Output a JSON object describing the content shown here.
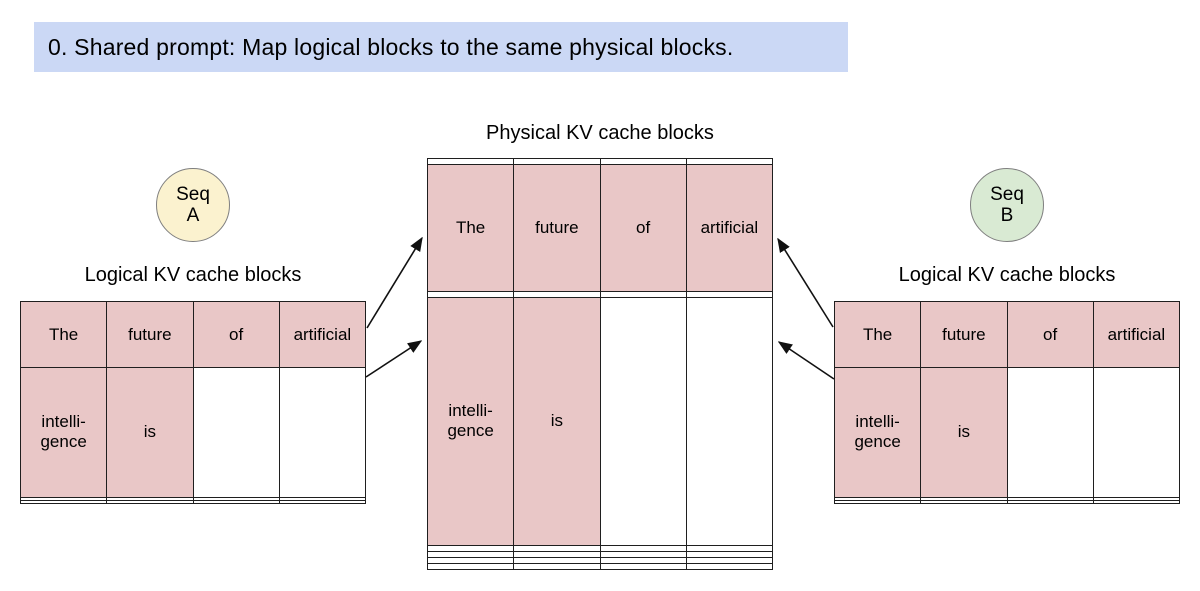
{
  "colors": {
    "banner_bg": "#cbd8f5",
    "cell_pink": "#e9c7c7",
    "seq_a_fill": "#fbf2cf",
    "seq_b_fill": "#d9ead3",
    "circle_border": "#7f7f7f",
    "table_border": "#1f1f1f",
    "arrow": "#111111"
  },
  "banner": {
    "text": "0. Shared prompt: Map logical blocks to the same physical blocks."
  },
  "seq_a": {
    "line1": "Seq",
    "line2": "A"
  },
  "seq_b": {
    "line1": "Seq",
    "line2": "B"
  },
  "physical_table": {
    "title": "Physical KV cache blocks",
    "grid": [
      [
        {
          "text": "",
          "filled": false
        },
        {
          "text": "",
          "filled": false
        },
        {
          "text": "",
          "filled": false
        },
        {
          "text": "",
          "filled": false
        }
      ],
      [
        {
          "text": "The",
          "filled": true
        },
        {
          "text": "future",
          "filled": true
        },
        {
          "text": "of",
          "filled": true
        },
        {
          "text": "artificial",
          "filled": true
        }
      ],
      [
        {
          "text": "",
          "filled": false
        },
        {
          "text": "",
          "filled": false
        },
        {
          "text": "",
          "filled": false
        },
        {
          "text": "",
          "filled": false
        }
      ],
      [
        {
          "text": "intelli-\ngence",
          "filled": true
        },
        {
          "text": "is",
          "filled": true
        },
        {
          "text": "",
          "filled": false
        },
        {
          "text": "",
          "filled": false
        }
      ],
      [
        {
          "text": "",
          "filled": false
        },
        {
          "text": "",
          "filled": false
        },
        {
          "text": "",
          "filled": false
        },
        {
          "text": "",
          "filled": false
        }
      ],
      [
        {
          "text": "",
          "filled": false
        },
        {
          "text": "",
          "filled": false
        },
        {
          "text": "",
          "filled": false
        },
        {
          "text": "",
          "filled": false
        }
      ],
      [
        {
          "text": "",
          "filled": false
        },
        {
          "text": "",
          "filled": false
        },
        {
          "text": "",
          "filled": false
        },
        {
          "text": "",
          "filled": false
        }
      ],
      [
        {
          "text": "",
          "filled": false
        },
        {
          "text": "",
          "filled": false
        },
        {
          "text": "",
          "filled": false
        },
        {
          "text": "",
          "filled": false
        }
      ]
    ]
  },
  "logical_table_left": {
    "title": "Logical KV cache blocks",
    "grid": [
      [
        {
          "text": "The",
          "filled": true
        },
        {
          "text": "future",
          "filled": true
        },
        {
          "text": "of",
          "filled": true
        },
        {
          "text": "artificial",
          "filled": true
        }
      ],
      [
        {
          "text": "intelli-\ngence",
          "filled": true
        },
        {
          "text": "is",
          "filled": true
        },
        {
          "text": "",
          "filled": false
        },
        {
          "text": "",
          "filled": false
        }
      ],
      [
        {
          "text": "",
          "filled": false
        },
        {
          "text": "",
          "filled": false
        },
        {
          "text": "",
          "filled": false
        },
        {
          "text": "",
          "filled": false
        }
      ],
      [
        {
          "text": "",
          "filled": false
        },
        {
          "text": "",
          "filled": false
        },
        {
          "text": "",
          "filled": false
        },
        {
          "text": "",
          "filled": false
        }
      ]
    ]
  },
  "logical_table_right": {
    "title": "Logical KV cache blocks",
    "grid": [
      [
        {
          "text": "The",
          "filled": true
        },
        {
          "text": "future",
          "filled": true
        },
        {
          "text": "of",
          "filled": true
        },
        {
          "text": "artificial",
          "filled": true
        }
      ],
      [
        {
          "text": "intelli-\ngence",
          "filled": true
        },
        {
          "text": "is",
          "filled": true
        },
        {
          "text": "",
          "filled": false
        },
        {
          "text": "",
          "filled": false
        }
      ],
      [
        {
          "text": "",
          "filled": false
        },
        {
          "text": "",
          "filled": false
        },
        {
          "text": "",
          "filled": false
        },
        {
          "text": "",
          "filled": false
        }
      ],
      [
        {
          "text": "",
          "filled": false
        },
        {
          "text": "",
          "filled": false
        },
        {
          "text": "",
          "filled": false
        },
        {
          "text": "",
          "filled": false
        }
      ]
    ]
  }
}
